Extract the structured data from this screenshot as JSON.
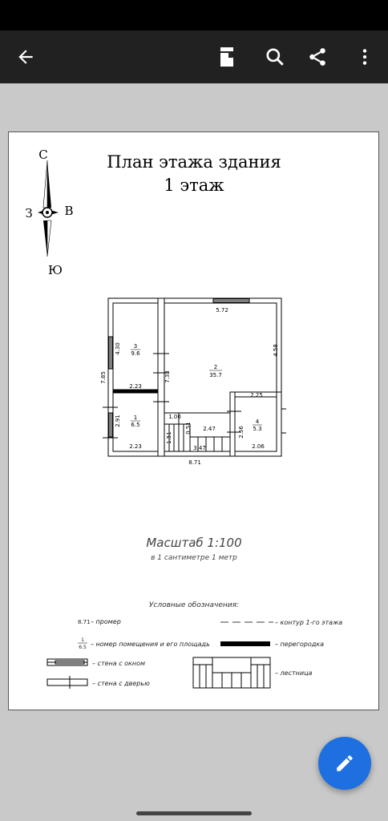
{
  "toolbar": {
    "back": "back-arrow-icon",
    "doc": "document-icon",
    "search": "search-icon",
    "share": "share-icon",
    "more": "more-vert-icon"
  },
  "document": {
    "title_line1": "План этажа здания",
    "title_line2": "1 этаж",
    "compass": {
      "north": "С",
      "south": "Ю",
      "west": "З",
      "east": "В"
    },
    "plan": {
      "dim_total_width": "8.71",
      "dim_total_height": "7.85",
      "dim_top": "5.72",
      "dim_room2_right": "4.58",
      "dim_room3_left": "4.30",
      "dim_room1_left": "2.91",
      "dim_center_vertical": "7.33",
      "dim_partition": "2.23",
      "dim_bottom_left": "2.23",
      "dim_stair_top": "1.00",
      "dim_stair_left": "1.51",
      "dim_stair_small": "0.51",
      "dim_stair_width": "2.47",
      "dim_stair_bottom": "3.47",
      "dim_room4_top": "2.25",
      "dim_room4_left": "2.56",
      "dim_room4_bottom": "2.06",
      "rooms": [
        {
          "num": "3",
          "area": "9.6"
        },
        {
          "num": "2",
          "area": "35.7"
        },
        {
          "num": "1",
          "area": "6.5"
        },
        {
          "num": "4",
          "area": "5.3"
        }
      ]
    },
    "scale_title": "Масштаб 1:100",
    "scale_note": "в 1 сантиметре 1 метр",
    "legend_title": "Условные обозначения:",
    "legend": {
      "dim_sample": "8.71",
      "dim_label": "– промер",
      "room_num": "1",
      "room_area": "6.5",
      "room_label": "– номер помещения и его площадь",
      "window_label": "– стена с окном",
      "door_label": "– стена с дверью",
      "contour_label": "– контур 1-го этажа",
      "partition_label": "– перегородка",
      "stair_label": "– лестница"
    }
  },
  "fab": {
    "icon": "pencil-edit-icon"
  }
}
